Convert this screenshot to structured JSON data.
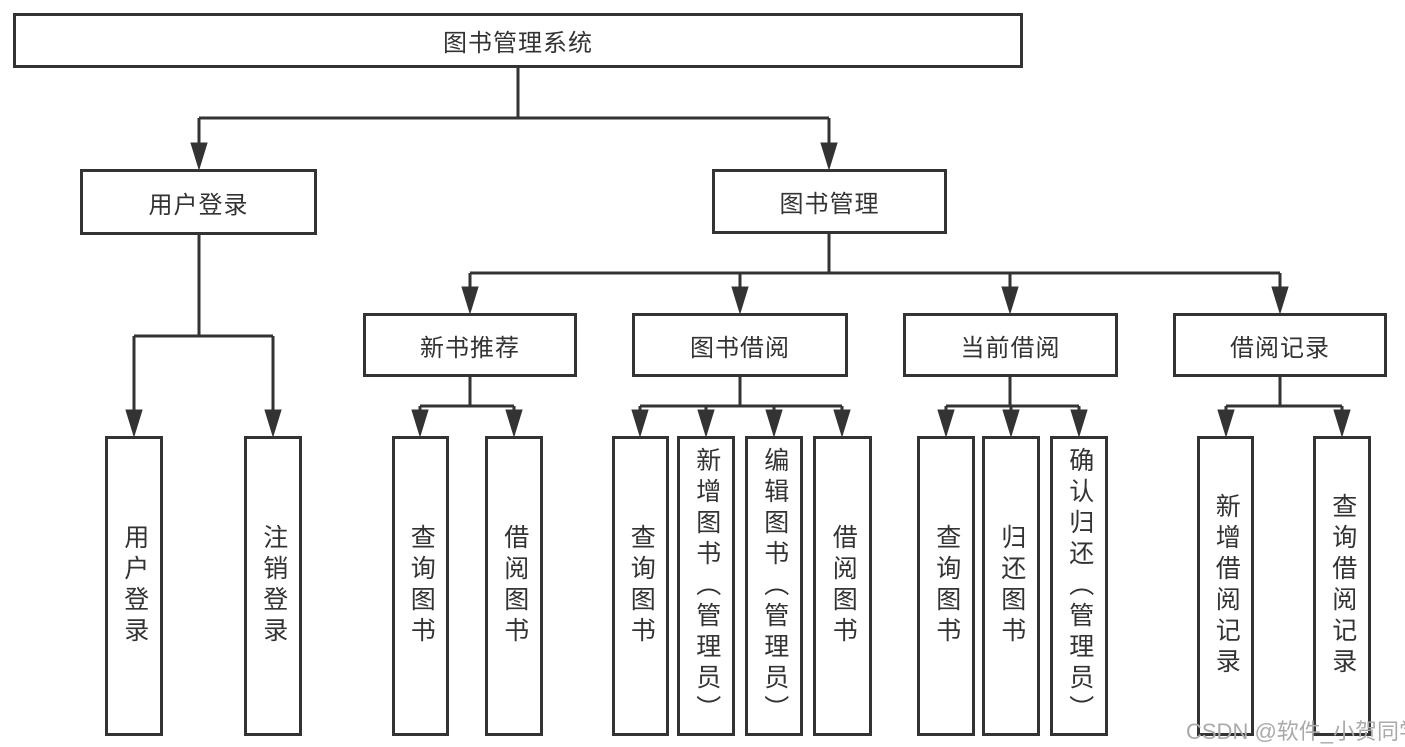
{
  "colors": {
    "line": "#333333",
    "box_border": "#333333",
    "text": "#333333",
    "watermark": "#aaaaaa",
    "background": "#ffffff"
  },
  "watermark": {
    "text": "CSDN @软件_小贺同学"
  },
  "tree": {
    "label": "图书管理系统",
    "children": [
      {
        "label": "用户登录",
        "children": [
          {
            "label": "用户登录"
          },
          {
            "label": "注销登录"
          }
        ]
      },
      {
        "label": "图书管理",
        "children": [
          {
            "label": "新书推荐",
            "children": [
              {
                "label": "查询图书"
              },
              {
                "label": "借阅图书"
              }
            ]
          },
          {
            "label": "图书借阅",
            "children": [
              {
                "label": "查询图书"
              },
              {
                "label": "新增图书（管理员）"
              },
              {
                "label": "编辑图书（管理员）"
              },
              {
                "label": "借阅图书"
              }
            ]
          },
          {
            "label": "当前借阅",
            "children": [
              {
                "label": "查询图书"
              },
              {
                "label": "归还图书"
              },
              {
                "label": "确认归还（管理员）"
              }
            ]
          },
          {
            "label": "借阅记录",
            "children": [
              {
                "label": "新增借阅记录"
              },
              {
                "label": "查询借阅记录"
              }
            ]
          }
        ]
      }
    ]
  }
}
